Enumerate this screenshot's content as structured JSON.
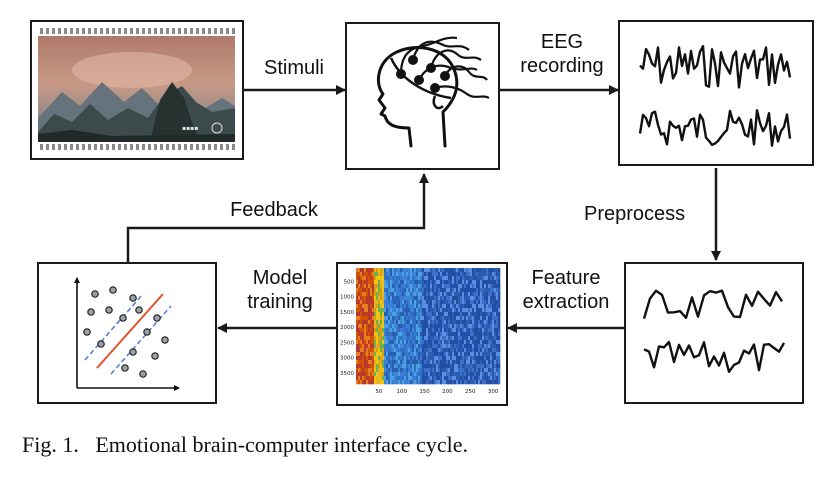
{
  "labels": {
    "stimuli": "Stimuli",
    "eeg_recording": [
      "EEG",
      "recording"
    ],
    "preprocess": "Preprocess",
    "feature_extraction": [
      "Feature",
      "extraction"
    ],
    "model_training": [
      "Model",
      "training"
    ],
    "feedback": "Feedback"
  },
  "heatmap": {
    "y_ticks": [
      "500",
      "1000",
      "1500",
      "2000",
      "2500",
      "3000",
      "3500"
    ],
    "x_ticks": [
      "50",
      "100",
      "150",
      "200",
      "250",
      "300"
    ]
  },
  "caption": {
    "fig_number": "Fig. 1.",
    "text": "Emotional brain-computer interface cycle."
  },
  "colors": {
    "line": "#1a1a1a",
    "svm_line": "#e0532b",
    "svm_margin": "#5b7fd0",
    "heatmap_red": "#c0392b",
    "heatmap_blue": "#2f6fc4"
  },
  "icons": [
    "landscape-photo-icon",
    "eeg-cap-head-icon",
    "raw-signal-icon",
    "clean-signal-icon",
    "feature-heatmap-icon",
    "svm-classifier-icon"
  ]
}
